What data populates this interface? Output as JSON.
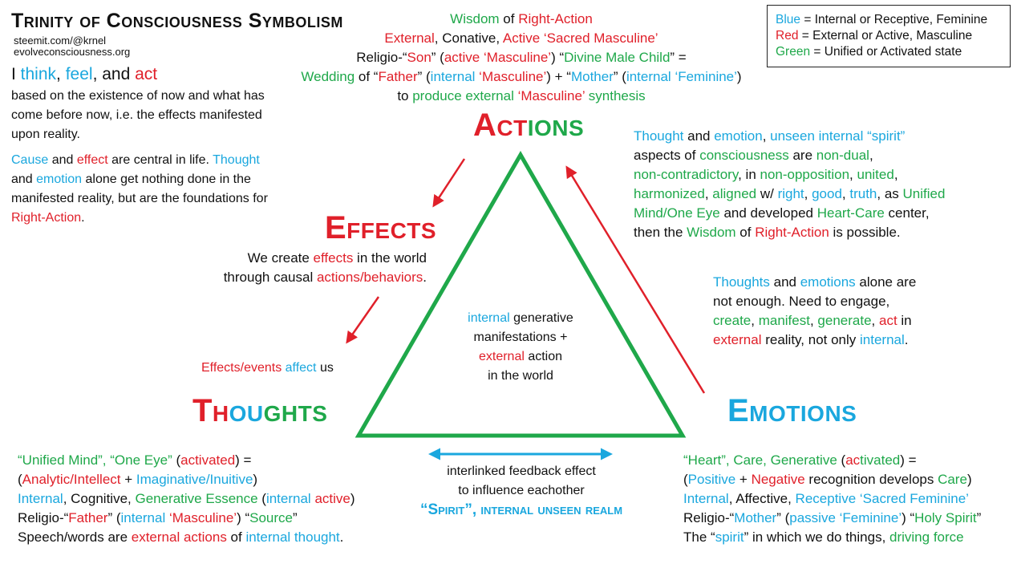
{
  "colors": {
    "blue": "#1aa7de",
    "red": "#e0202a",
    "green": "#1fa84a",
    "black": "#111111"
  },
  "header": {
    "title": "Trinity of Consciousness Symbolism",
    "link1": "steemit.com/@krnel",
    "link2": "evolveconsciousness.org"
  },
  "intro": {
    "i": "I ",
    "think": "think",
    "c1": ", ",
    "feel": "feel",
    "c2": ", and ",
    "act": "act",
    "rest": "based on the existence of now and what has come before now, i.e. the effects manifested upon reality."
  },
  "cause": {
    "cause": "Cause",
    "and": " and ",
    "effect": "effect",
    "rest1": " are central in life. ",
    "thought": "Thought",
    "and2": " and ",
    "emotion": "emotion",
    "rest2": " alone get nothing done in the manifested reality, but are the foundations for ",
    "right_action": "Right-Action",
    "dot": "."
  },
  "actions_top": {
    "l1_wisdom": "Wisdom",
    "l1_of": " of ",
    "l1_ra": "Right-Action",
    "l2_ext": "External",
    "l2_con": ", Conative, ",
    "l2_active": "Active",
    "l2_sp": " ",
    "l2_sm": "‘Sacred Masculine’",
    "l3_rel": "Religio-“",
    "l3_son": "Son",
    "l3_q": "” (",
    "l3_active": "active",
    "l3_sp": " ",
    "l3_masc": "‘Masculine’",
    "l3_p": ") “",
    "l3_dmc": "Divine Male Child",
    "l3_eq": "” =",
    "l4_wed": "Wedding",
    "l4_of": " of “",
    "l4_father": "Father",
    "l4_p1": "” (",
    "l4_internal": "internal",
    "l4_sp": " ",
    "l4_masc": "‘Masculine’",
    "l4_plus": ") + “",
    "l4_mother": "Mother",
    "l4_p2": "”  (",
    "l4_internal2": "internal",
    "l4_sp2": " ",
    "l4_fem": "‘Feminine’",
    "l4_end": ")",
    "l5_to": "to ",
    "l5_produce": "produce external",
    "l5_sp": " ",
    "l5_masc": "‘Masculine’",
    "l5_sp2": " ",
    "l5_syn": "synthesis"
  },
  "nodes": {
    "actions": {
      "ac": "Ac",
      "t": "t",
      "ions": "ions"
    },
    "effects": "Effects",
    "thoughts": {
      "th": "Th",
      "ou": "ou",
      "ghts": "ghts"
    },
    "emotions": "Emotions"
  },
  "effects_desc": {
    "l1a": "We create ",
    "l1b": "effects",
    "l1c": " in the world",
    "l2a": "through causal ",
    "l2b": "actions/behaviors",
    "l2c": "."
  },
  "effects_affect": {
    "a": "Effects/events",
    "sp": " ",
    "b": "affect",
    "c": " us"
  },
  "triangle_center": {
    "internal": "internal",
    "gen": " generative",
    "manif": "manifestations +",
    "external": "external",
    "action": " action",
    "world": "in the world"
  },
  "right_block": {
    "thought": "Thought",
    "and": " and ",
    "emotion": "emotion",
    "comma": ", ",
    "unseen": "unseen internal “spirit”",
    "aspects": "aspects of ",
    "consciousness": "consciousness",
    "are": " are ",
    "nondual": "non-dual",
    "noncontra": "non-contradictory",
    "in": ", in ",
    "nonopp": "non-opposition",
    "c": ", ",
    "united": "united",
    "c2": ",",
    "harmonized": "harmonized",
    "c3": ", ",
    "aligned": "aligned",
    "w": " w/ ",
    "right": "right",
    "c4": ", ",
    "good": "good",
    "c5": ", ",
    "truth": "truth",
    "as": ", as ",
    "unified": "Unified",
    "mind": "Mind/One Eye",
    "dev": " and developed ",
    "heart": "Heart-Care",
    "center": " center,",
    "then": "then the ",
    "wisdom": "Wisdom",
    "of": " of ",
    "ra": "Right-Action",
    "possible": " is possible."
  },
  "right_block2": {
    "thoughts": "Thoughts",
    "and": " and ",
    "emotions": "emotions",
    "alone": " alone are",
    "l2": "not enough. Need to engage,",
    "create": "create",
    "c1": ", ",
    "manifest": "manifest",
    "c2": ", ",
    "generate": "generate",
    "c3": ", ",
    "act": "act",
    "in": " in",
    "external": "external",
    "reality": " reality, not only ",
    "internal": "internal",
    "dot": "."
  },
  "thoughts_desc": {
    "l1a": "“Unified Mind”, “One Eye”",
    "l1b": " (",
    "l1c": "activated",
    "l1d": ") =",
    "l2a": "(",
    "l2b": "Analytic/Intellect",
    "l2c": " + ",
    "l2d": "Imaginative/Inuitive",
    "l2e": ")",
    "l3a": "Internal",
    "l3b": ", Cognitive, ",
    "l3c": "Generative Essence",
    "l3d": " (",
    "l3e": "internal",
    "l3f": " ",
    "l3g": "active",
    "l3h": ")",
    "l4a": "Religio-“",
    "l4b": "Father",
    "l4c": "”  (",
    "l4d": "internal",
    "l4e": " ",
    "l4f": "‘Masculine’",
    "l4g": ") “",
    "l4h": "Source",
    "l4i": "”",
    "l5a": "Speech/words are ",
    "l5b": "external actions",
    "l5c": " of ",
    "l5d": "internal thought",
    "l5e": "."
  },
  "emotions_desc": {
    "l1a": "“Heart”, Care, Generative",
    "l1b": " (",
    "l1c": "ac",
    "l1d": "tivated",
    "l1e": ") =",
    "l2a": "(",
    "l2b": "Positive",
    "l2c": " + ",
    "l2d": "Negative",
    "l2e": " recognition develops ",
    "l2f": "Care",
    "l2g": ")",
    "l3a": "Internal",
    "l3b": ", Affective, ",
    "l3c": "Receptive",
    "l3d": " ",
    "l3e": "‘Sacred Feminine’",
    "l4a": "Religio-“",
    "l4b": "Mother",
    "l4c": "” (",
    "l4d": "passive",
    "l4e": " ",
    "l4f": "‘Feminine’",
    "l4g": ") “",
    "l4h": "Holy Spirit",
    "l4i": "”",
    "l5a": "The “",
    "l5b": "spirit",
    "l5c": "” in which we do things, ",
    "l5d": "driving force"
  },
  "bottom_center": {
    "l1": "interlinked feedback effect",
    "l2": "to influence eachother",
    "spirit": "“Spirit”, internal unseen realm"
  },
  "legend": {
    "blue": "Blue",
    "blue_text": " = Internal or Receptive, Feminine",
    "red": "Red",
    "red_text": " = External or Active, Masculine",
    "green": "Green",
    "green_text": " = Unified or Activated state"
  }
}
